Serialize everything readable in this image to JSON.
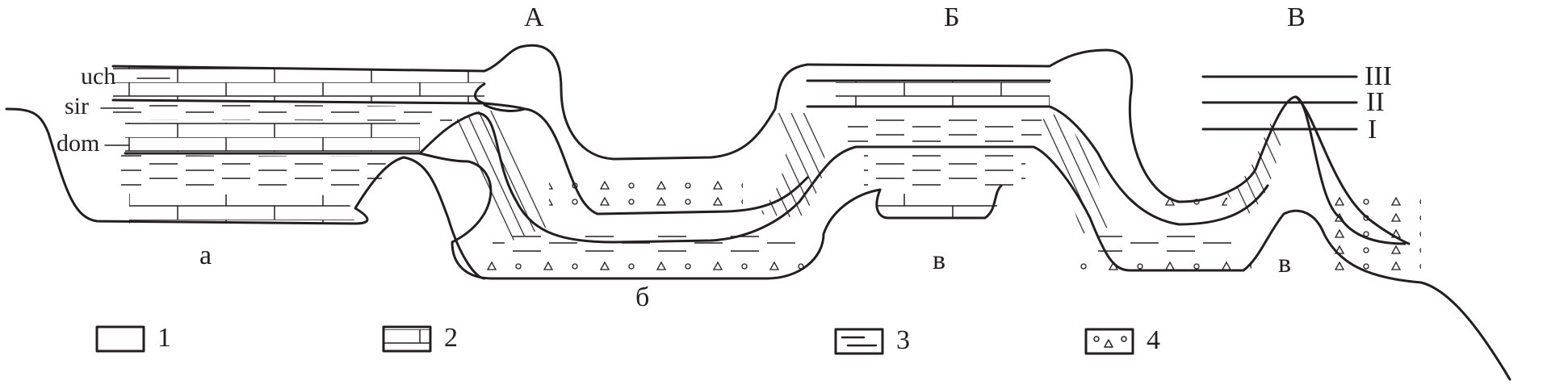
{
  "structure_labels": {
    "A": "А",
    "B": "Б",
    "V": "В"
  },
  "level_labels": {
    "III": "III",
    "II": "II",
    "I": "I"
  },
  "layer_labels": {
    "uch": "uch",
    "sir": "sir",
    "dom": "dom"
  },
  "zone_labels": {
    "a": "а",
    "b": "б",
    "v1": "в",
    "v2": "в"
  },
  "legend": [
    {
      "number": "1",
      "pattern": "blank"
    },
    {
      "number": "2",
      "pattern": "limestone-brick"
    },
    {
      "number": "3",
      "pattern": "shale-dash"
    },
    {
      "number": "4",
      "pattern": "conglomerate-circle-triangle"
    }
  ],
  "colors": {
    "ink": "#231f20",
    "background": "#ffffff"
  }
}
